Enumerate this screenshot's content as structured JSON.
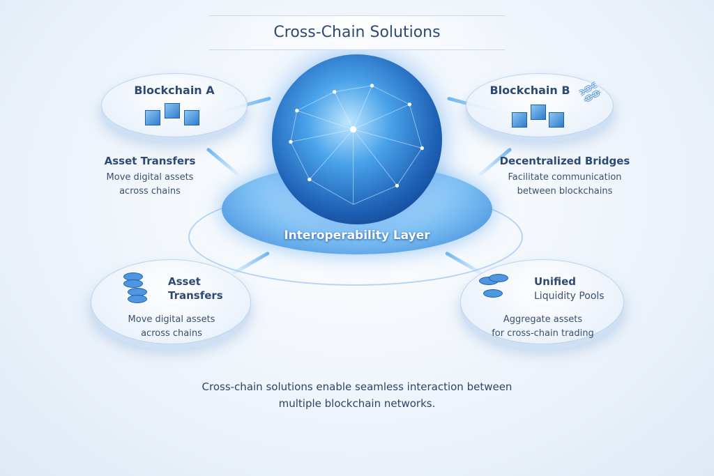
{
  "title": "Cross-Chain Solutions",
  "center": {
    "label": "Interoperability Layer"
  },
  "nodes": {
    "blockchain_a": {
      "title": "Blockchain A",
      "icon": "blocks-icon"
    },
    "blockchain_b": {
      "title": "Blockchain B",
      "icon": "chain-link-icon"
    },
    "asset_transfers_bottom": {
      "title_line1": "Asset",
      "title_line2": "Transfers",
      "desc_line1": "Move digital assets",
      "desc_line2": "across chains",
      "icon": "database-icon"
    },
    "liquidity_pools": {
      "title_line1": "Unified",
      "title_line2": "Liquidity Pools",
      "desc_line1": "Aggregate assets",
      "desc_line2": "for cross-chain trading",
      "icon": "coins-icon"
    }
  },
  "labels": {
    "asset_transfers": {
      "title": "Asset Transfers",
      "desc_line1": "Move digital assets",
      "desc_line2": "across chains"
    },
    "bridges": {
      "title": "Decentralized Bridges",
      "desc_line1": "Facilitate communication",
      "desc_line2": "between blockchains"
    }
  },
  "caption": {
    "line1": "Cross-chain solutions enable seamless interaction between",
    "line2": "multiple blockchain networks."
  },
  "colors": {
    "accent": "#2f7ccc",
    "text": "#2d4a72"
  }
}
